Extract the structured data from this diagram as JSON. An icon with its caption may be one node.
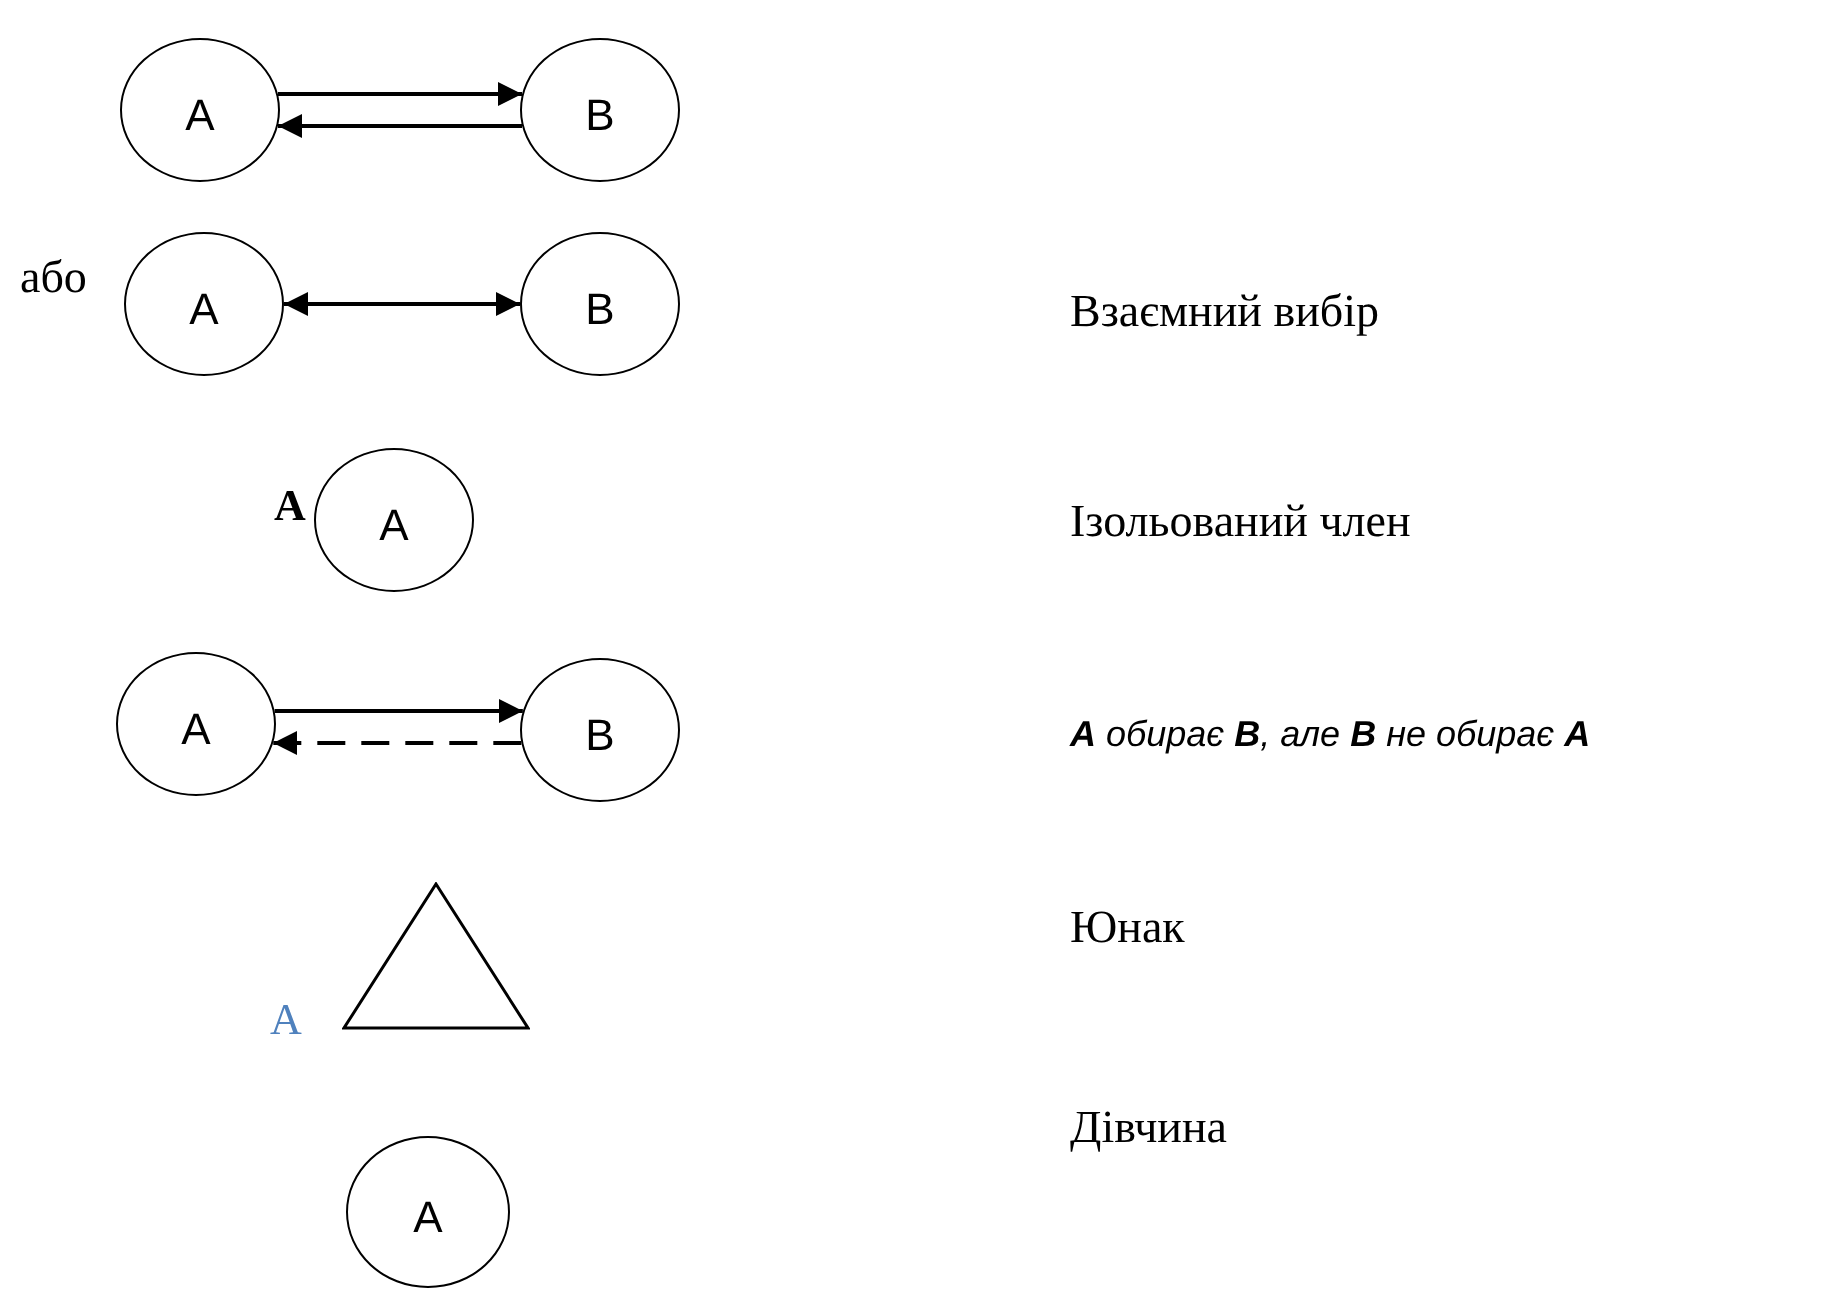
{
  "diagram": {
    "nodes": [
      {
        "text": [
          "A"
        ]
      },
      {
        "text": [
          "B"
        ]
      },
      {
        "text": [
          "A"
        ]
      },
      {
        "text": [
          "B"
        ]
      },
      {
        "text": [
          "A"
        ],
        "beside": [
          "A"
        ]
      },
      {
        "text": [
          "A"
        ]
      },
      {
        "text": [
          "B"
        ]
      },
      {
        "text": [],
        "shape": "triangle",
        "beside": [
          "A"
        ]
      },
      {
        "text": [
          "A"
        ]
      }
    ],
    "edges": [
      {
        "from": 0,
        "to": 1,
        "arrow": "to"
      },
      {
        "from": 1,
        "to": 0,
        "arrow": "to"
      },
      {
        "from": 2,
        "to": 3,
        "arrow": "both"
      },
      {
        "from": 5,
        "to": 6,
        "arrow": "to"
      },
      {
        "from": 6,
        "to": 5,
        "arrow": "to",
        "style": "dashed"
      }
    ],
    "labels": [
      "або",
      "Взаємний вибір",
      "Ізольований член",
      "**A** обирає **B**, але **B** не обирає **A**",
      "Юнак",
      "Дівчина"
    ]
  }
}
